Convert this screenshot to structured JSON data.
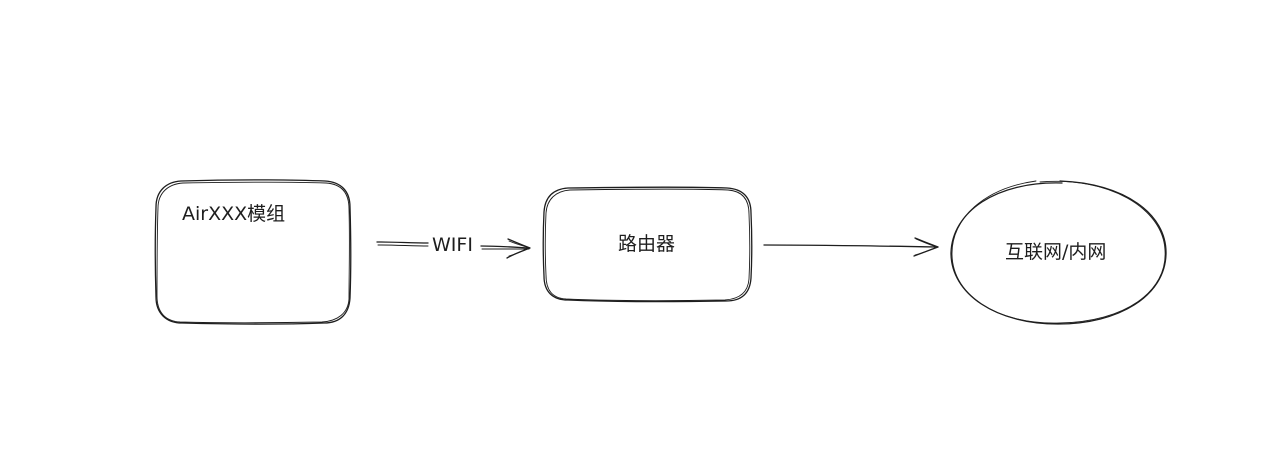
{
  "diagram": {
    "nodes": [
      {
        "id": "module",
        "label": "AirXXX模组",
        "shape": "rounded-rect"
      },
      {
        "id": "router",
        "label": "路由器",
        "shape": "rounded-rect"
      },
      {
        "id": "internet",
        "label": "互联网/内网",
        "shape": "ellipse"
      }
    ],
    "edges": [
      {
        "from": "module",
        "to": "router",
        "label": "WIFI",
        "style": "double-line-arrow"
      },
      {
        "from": "router",
        "to": "internet",
        "label": "",
        "style": "single-arrow"
      }
    ],
    "colors": {
      "stroke": "#1e1e1e",
      "background": "#ffffff"
    }
  }
}
